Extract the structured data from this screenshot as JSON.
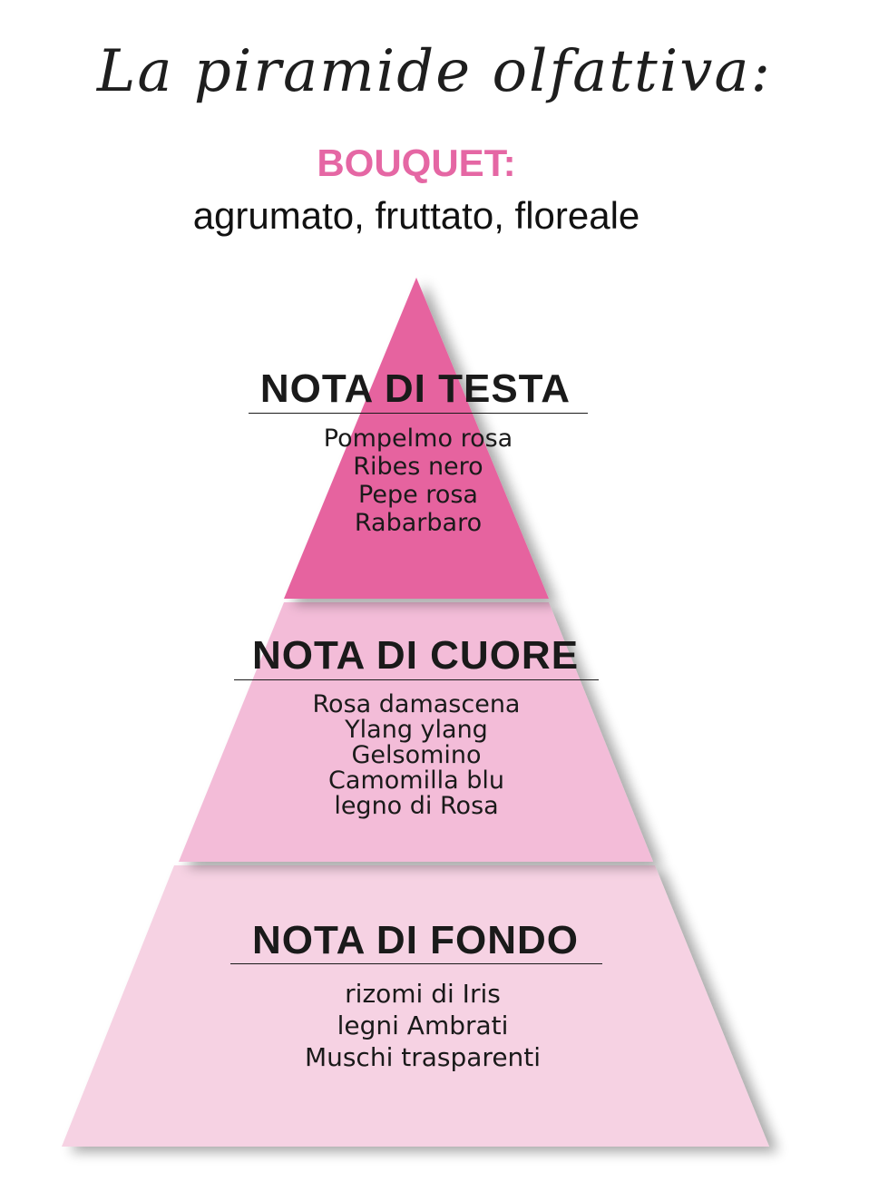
{
  "title": "La piramide olfattiva:",
  "bouquet": {
    "label": "BOUQUET:",
    "value": "agrumato, fruttato, floreale"
  },
  "colors": {
    "accent": "#e567a4",
    "tier_top": "#e6649f",
    "tier_middle": "#f3bcd8",
    "tier_bottom": "#f6d2e3"
  },
  "tiers": [
    {
      "title": "NOTA DI TESTA",
      "notes": [
        "Pompelmo rosa",
        "Ribes nero",
        "Pepe rosa",
        "Rabarbaro"
      ]
    },
    {
      "title": "NOTA DI CUORE",
      "notes": [
        "Rosa damascena",
        "Ylang ylang",
        "Gelsomino",
        "Camomilla blu",
        "legno di Rosa"
      ]
    },
    {
      "title": "NOTA DI FONDO",
      "notes": [
        "rizomi di Iris",
        "legni Ambrati",
        "Muschi trasparenti"
      ]
    }
  ]
}
